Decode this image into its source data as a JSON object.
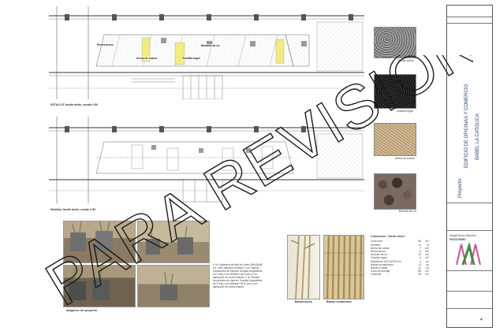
{
  "plans": {
    "top_caption": "ESTALS E Jardín árido, escala 1:50",
    "bottom_caption": "Medidas Jardín árido, escala 1:50",
    "labels": {
      "piedra_arena": "Piedra arena",
      "arena_cuarzo": "Arena de cuarzo",
      "bolones_rio": "Bolones de río",
      "gravilla_negra": "Gravilla negra"
    }
  },
  "swatches": [
    {
      "name": "Piedra arena"
    },
    {
      "name": "Gravilla negra"
    },
    {
      "name": "Arena de cuarzo"
    },
    {
      "name": "Bolones de río"
    }
  ],
  "project_images": {
    "caption": "Imágenes del proyecto",
    "bamboo_a": "Bambú aurea",
    "bamboo_b": "Bambú ecuatoriano"
  },
  "notes": {
    "main": "4 Un. Macetero de fibra de vidrio (4Bx18x68 cm. color Macetos contiene: 3 un. Bambú ecuatoriano de especie Guadua Angustifolia de 3 mts y con diámetro de 8 cms y con aplicación de resina Macelo, 1 un. Bambú ecuatoriano de especie Guadua Angustifolia de 3 mts y con diámetro de 8 cms y con aplicación de resina Macelo"
  },
  "quantities": {
    "title": "Cubicación \"Jardín árido\"",
    "rows": [
      {
        "item": "Zona total",
        "qty": "56",
        "unit": "m2"
      },
      {
        "item": "Sendero",
        "qty": "11",
        "unit": "m"
      },
      {
        "item": "Arena de cuarzo",
        "qty": "7",
        "unit": "m2"
      },
      {
        "item": "Piedra arena",
        "qty": "8",
        "unit": "m2"
      },
      {
        "item": "Bolones de río",
        "qty": "22",
        "unit": "m2"
      },
      {
        "item": "Gravilla negra",
        "qty": "4",
        "unit": "m2"
      },
      {
        "item": "Maceteros 100*100*50 cm",
        "qty": "4",
        "unit": "un"
      },
      {
        "item": "Bambú ecuatoriano",
        "qty": "12",
        "unit": "un"
      },
      {
        "item": "Bambú Guada",
        "qty": "12",
        "unit": "un"
      },
      {
        "item": "Cuba de drenaje",
        "qty": "56",
        "unit": "m2"
      },
      {
        "item": "Geotextil",
        "qty": "56",
        "unit": "m2"
      }
    ]
  },
  "titleblock": {
    "proyecto_label": "Proyecto:",
    "proyecto_name": "EDIFICIO DE OFICINAS Y COMERCIO",
    "client": "BABEL LA CATOLICA",
    "designer": "Margit Mulan Valtorres",
    "firm": "PAISAJISMO",
    "sheet_number": "4"
  },
  "watermark": "PARA REVISIÓN",
  "colors": {
    "yellow_bed": "#f3ec7a",
    "watermark": "#1a1a1a",
    "titleblock_text": "#1a3a6b",
    "logo_green": "#3f8f3a",
    "logo_pink": "#d94d9c"
  }
}
